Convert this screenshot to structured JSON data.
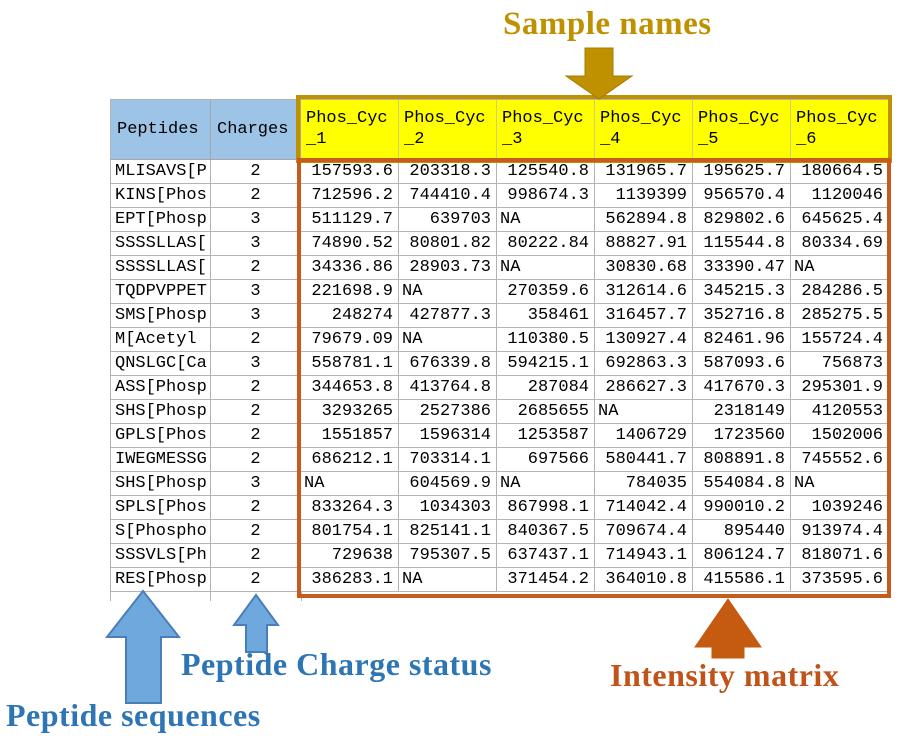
{
  "annotations": {
    "sample_names": "Sample names",
    "peptide_charge_status": "Peptide Charge status",
    "peptide_sequences": "Peptide sequences",
    "intensity_matrix": "Intensity matrix"
  },
  "colors": {
    "gold": "#BF9000",
    "header_yellow": "#FFFF00",
    "header_blue": "#9DC3E6",
    "blue_arrow_fill": "#6FA8DC",
    "blue_arrow_stroke": "#4A7EBB",
    "blue_text": "#2E75B6",
    "orange_arrow": "#C55A11",
    "orange_border": "#C85A1C",
    "orange_text": "#C0531A",
    "gridline": "#B3B3B3"
  },
  "table": {
    "peptide_header": "Peptides",
    "charge_header": "Charges",
    "sample_headers": [
      {
        "label": "Phos_Cyc",
        "sub": "_1"
      },
      {
        "label": "Phos_Cyc",
        "sub": "_2"
      },
      {
        "label": "Phos_Cyc",
        "sub": "_3"
      },
      {
        "label": "Phos_Cyc",
        "sub": "_4"
      },
      {
        "label": "Phos_Cyc",
        "sub": "_5"
      },
      {
        "label": "Phos_Cyc",
        "sub": "_6"
      }
    ],
    "rows": [
      {
        "peptide": "MLISAVS[P",
        "charge": "2",
        "values": [
          "157593.6",
          "203318.3",
          "125540.8",
          "131965.7",
          "195625.7",
          "180664.5"
        ]
      },
      {
        "peptide": "KINS[Phos",
        "charge": "2",
        "values": [
          "712596.2",
          "744410.4",
          "998674.3",
          "1139399",
          "956570.4",
          "1120046"
        ]
      },
      {
        "peptide": "EPT[Phosp",
        "charge": "3",
        "values": [
          "511129.7",
          "639703",
          "NA",
          "562894.8",
          "829802.6",
          "645625.4"
        ]
      },
      {
        "peptide": "SSSSLLAS[",
        "charge": "3",
        "values": [
          "74890.52",
          "80801.82",
          "80222.84",
          "88827.91",
          "115544.8",
          "80334.69"
        ]
      },
      {
        "peptide": "SSSSLLAS[",
        "charge": "2",
        "values": [
          "34336.86",
          "28903.73",
          "NA",
          "30830.68",
          "33390.47",
          "NA"
        ]
      },
      {
        "peptide": "TQDPVPPET",
        "charge": "3",
        "values": [
          "221698.9",
          "NA",
          "270359.6",
          "312614.6",
          "345215.3",
          "284286.5"
        ]
      },
      {
        "peptide": "SMS[Phosp",
        "charge": "3",
        "values": [
          "248274",
          "427877.3",
          "358461",
          "316457.7",
          "352716.8",
          "285275.5"
        ]
      },
      {
        "peptide": "M[Acetyl",
        "charge": "2",
        "values": [
          "79679.09",
          "NA",
          "110380.5",
          "130927.4",
          "82461.96",
          "155724.4"
        ]
      },
      {
        "peptide": "QNSLGC[Ca",
        "charge": "3",
        "values": [
          "558781.1",
          "676339.8",
          "594215.1",
          "692863.3",
          "587093.6",
          "756873"
        ]
      },
      {
        "peptide": "ASS[Phosp",
        "charge": "2",
        "values": [
          "344653.8",
          "413764.8",
          "287084",
          "286627.3",
          "417670.3",
          "295301.9"
        ]
      },
      {
        "peptide": "SHS[Phosp",
        "charge": "2",
        "values": [
          "3293265",
          "2527386",
          "2685655",
          "NA",
          "2318149",
          "4120553"
        ]
      },
      {
        "peptide": "GPLS[Phos",
        "charge": "2",
        "values": [
          "1551857",
          "1596314",
          "1253587",
          "1406729",
          "1723560",
          "1502006"
        ]
      },
      {
        "peptide": "IWEGMESSG",
        "charge": "2",
        "values": [
          "686212.1",
          "703314.1",
          "697566",
          "580441.7",
          "808891.8",
          "745552.6"
        ]
      },
      {
        "peptide": "SHS[Phosp",
        "charge": "3",
        "values": [
          "NA",
          "604569.9",
          "NA",
          "784035",
          "554084.8",
          "NA"
        ]
      },
      {
        "peptide": "SPLS[Phos",
        "charge": "2",
        "values": [
          "833264.3",
          "1034303",
          "867998.1",
          "714042.4",
          "990010.2",
          "1039246"
        ]
      },
      {
        "peptide": "S[Phospho",
        "charge": "2",
        "values": [
          "801754.1",
          "825141.1",
          "840367.5",
          "709674.4",
          "895440",
          "913974.4"
        ]
      },
      {
        "peptide": "SSSVLS[Ph",
        "charge": "2",
        "values": [
          "729638",
          "795307.5",
          "637437.1",
          "714943.1",
          "806124.7",
          "818071.6"
        ]
      },
      {
        "peptide": "RES[Phosp",
        "charge": "2",
        "values": [
          "386283.1",
          "NA",
          "371454.2",
          "364010.8",
          "415586.1",
          "373595.6"
        ]
      }
    ]
  }
}
